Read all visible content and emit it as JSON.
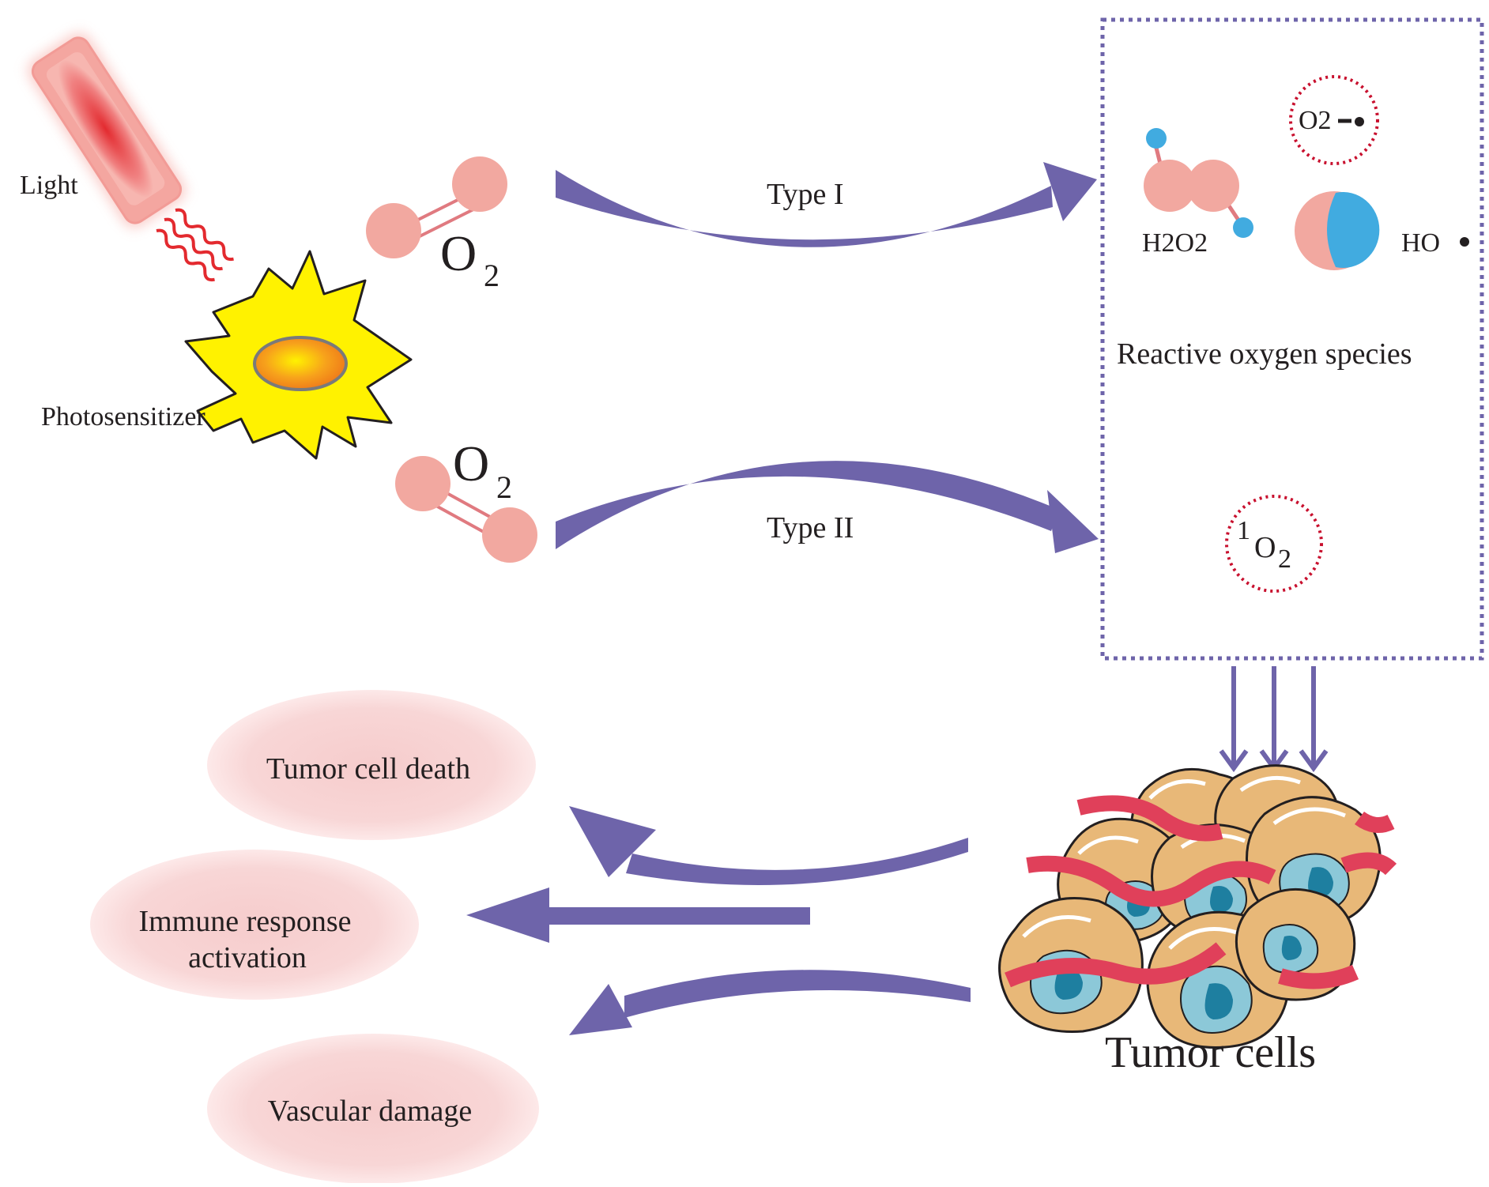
{
  "labels": {
    "light": "Light",
    "photosensitizer": "Photosensitizer",
    "o2_upper": "O",
    "o2_upper_sub": "2",
    "o2_lower": "O",
    "o2_lower_sub": "2",
    "type_i": "Type I",
    "type_ii": "Type II",
    "h2o2": "H2O2",
    "superoxide": "O2",
    "hydroxyl": "HO",
    "ros_title": "Reactive oxygen species",
    "singlet_sup": "1",
    "singlet_o": "O",
    "singlet_sub": "2",
    "tumor_cells": "Tumor cells",
    "outcome_death": "Tumor cell death",
    "outcome_immune_line1": "Immune response",
    "outcome_immune_line2": "activation",
    "outcome_vascular": "Vascular damage"
  },
  "colors": {
    "arrow": "#6e64aa",
    "molecule_pink": "#f2a8a0",
    "bond": "#e07a80",
    "ros_box_border": "#6e64aa",
    "dotted_circle": "#c8102e",
    "hydrogen_blue": "#41abe0",
    "photosensitizer_yellow": "#fff200",
    "outcome_ellipse": "#f8d4d4",
    "tumor_cell_body": "#e8b878",
    "tumor_nucleus": "#3aa6c8",
    "vessel_red": "#e0405a",
    "light_red": "#e32a2f"
  }
}
